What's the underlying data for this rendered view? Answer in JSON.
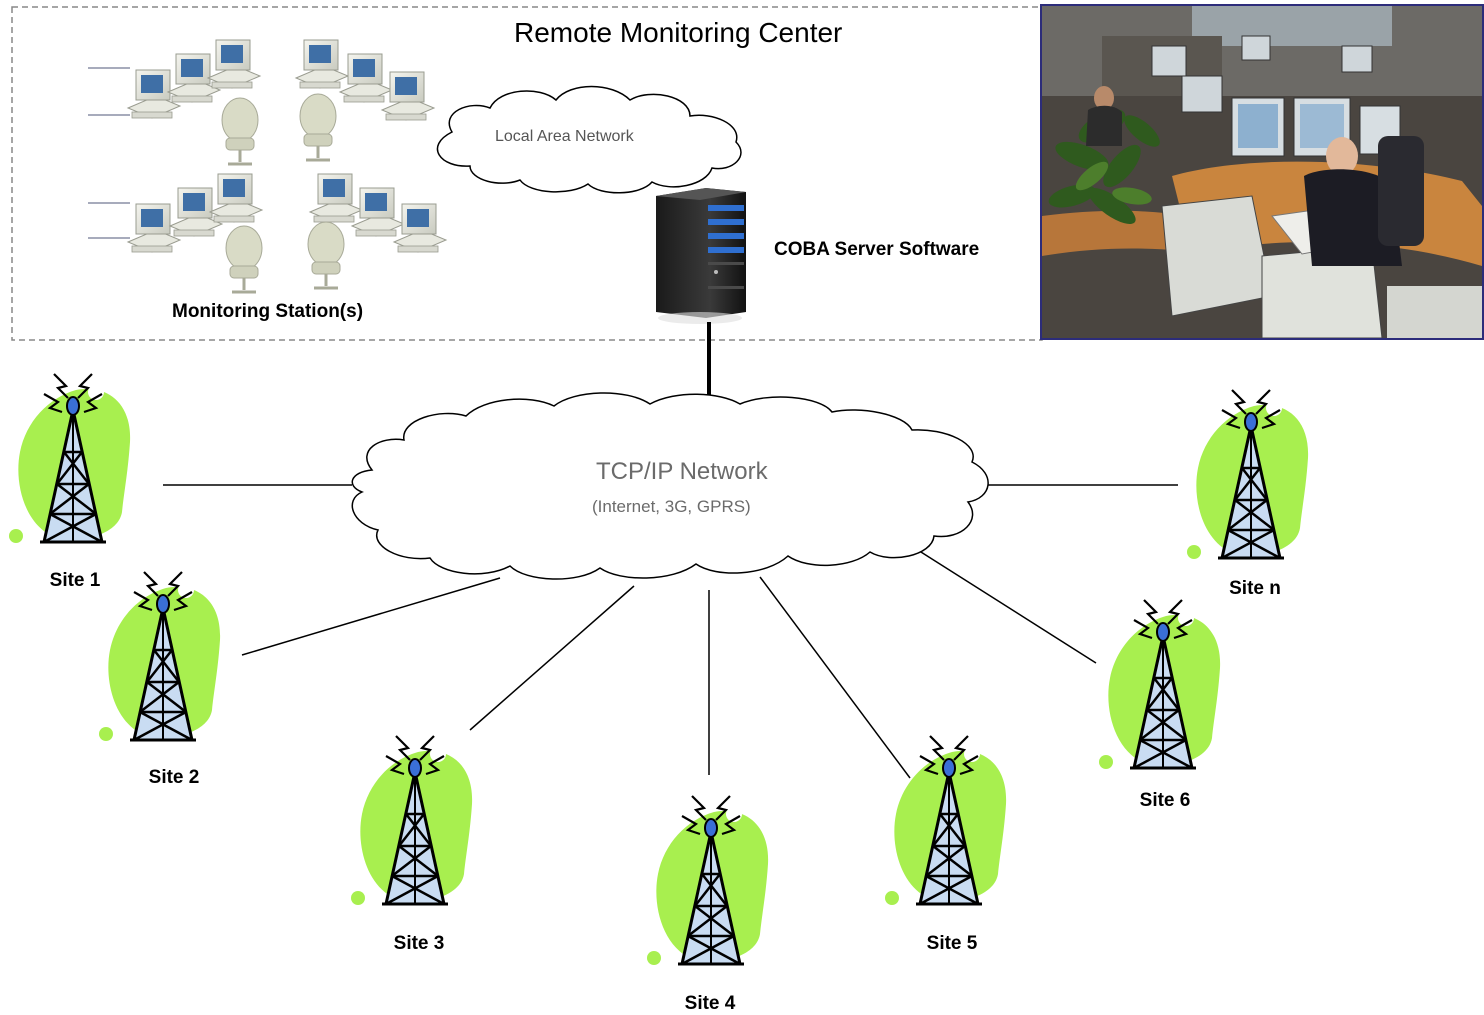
{
  "remote_center": {
    "title": "Remote Monitoring Center",
    "lan_label": "Local Area Network",
    "server_label": "COBA Server Software",
    "stations_label": "Monitoring Station(s)"
  },
  "network": {
    "title": "TCP/IP Network",
    "subtitle": "(Internet, 3G, GPRS)"
  },
  "sites": [
    {
      "label": "Site 1"
    },
    {
      "label": "Site 2"
    },
    {
      "label": "Site 3"
    },
    {
      "label": "Site 4"
    },
    {
      "label": "Site 5"
    },
    {
      "label": "Site 6"
    },
    {
      "label": "Site n"
    }
  ],
  "colors": {
    "tower_blob": "#a8ef4f",
    "tower_fill": "#c9dcf2",
    "border_dashed": "#888888",
    "photo_frame": "#2c2c7a"
  }
}
